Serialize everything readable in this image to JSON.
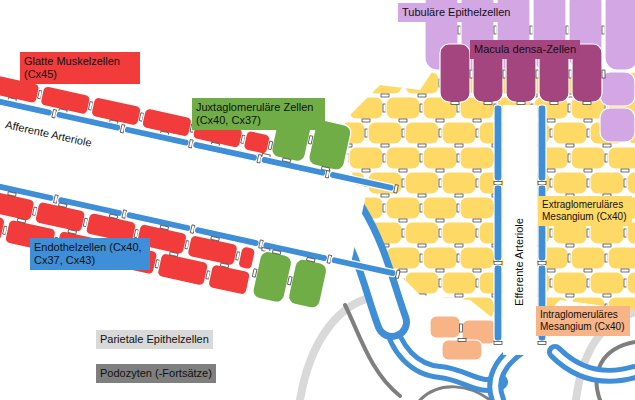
{
  "diagram": {
    "nodes": [
      {
        "text": [
          "Tubuläre Epithelzellen"
        ]
      },
      {
        "text": [
          "Glatte Muskelzellen (Cx45)"
        ]
      },
      {
        "text": [
          "Macula densa-Zellen"
        ]
      },
      {
        "text": [
          "Juxtaglomeruläre Zellen (Cx40, Cx37)"
        ]
      },
      {
        "text": [
          "Endothelzellen (Cx40, Cx37, Cx43)"
        ]
      },
      {
        "text": [
          "Extraglomeruläres Mesangium (Cx40)"
        ]
      },
      {
        "text": [
          "Parietale Epithelzellen"
        ]
      },
      {
        "text": [
          "Intraglomeruläres Mesangium (Cx40)"
        ]
      },
      {
        "text": [
          "Podozyten (-Fortsätze)"
        ]
      }
    ],
    "labels": [
      "Afferente Arteriole",
      "Efferente Arteriole"
    ]
  }
}
